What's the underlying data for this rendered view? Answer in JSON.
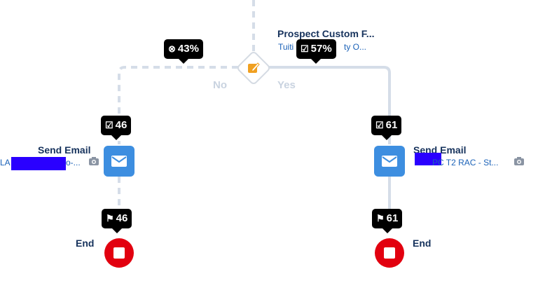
{
  "decision": {
    "title": "Prospect Custom F...",
    "subtitle": "Tuiti",
    "subtitle_tail": "ty O...",
    "no_label": "No",
    "yes_label": "Yes",
    "no_stat": "43%",
    "yes_stat": "57%"
  },
  "left_branch": {
    "sent_count": "46",
    "email_title": "Send Email",
    "email_sub_prefix": "LA",
    "email_sub_suffix": "o-...",
    "end_count": "46",
    "end_label": "End"
  },
  "right_branch": {
    "sent_count": "61",
    "email_title": "Send Email",
    "email_sub": "PC T2 RAC - St...",
    "end_count": "61",
    "end_label": "End"
  },
  "colors": {
    "connector": "#d5dde8",
    "email_node": "#3d8ee0",
    "end_node": "#e2000f",
    "decision_icon": "#f0a020",
    "redaction": "#2a00ff"
  },
  "icons": {
    "sent": "checkbox-icon",
    "no": "x-circle-icon",
    "yes": "checkbox-icon",
    "end": "checkered-flag-icon",
    "email": "envelope-icon",
    "decision": "edit-icon",
    "preview": "camera-icon"
  }
}
